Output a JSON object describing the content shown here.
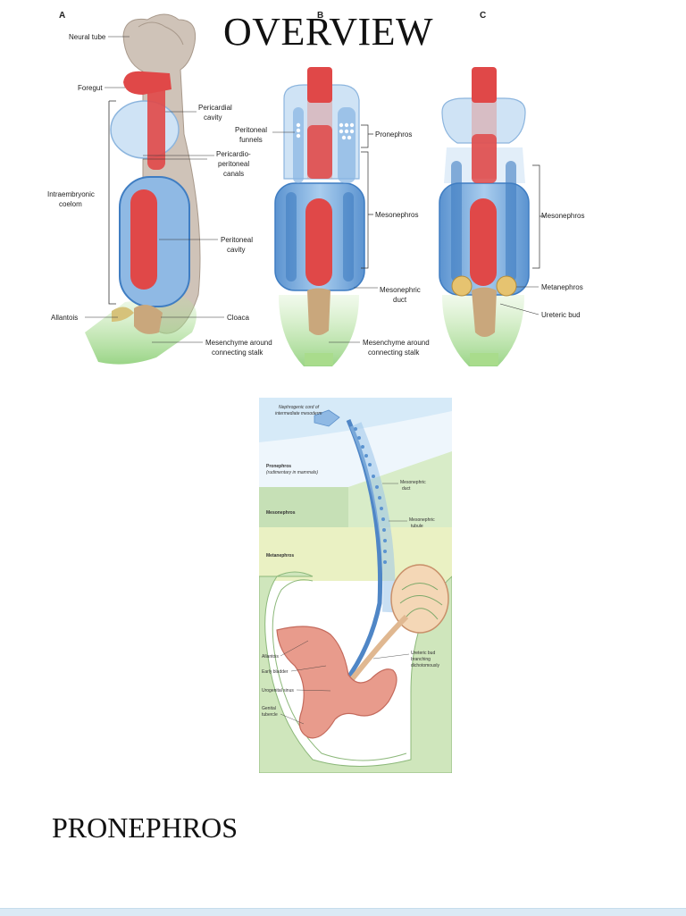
{
  "page": {
    "title": "OVERVIEW",
    "section_heading": "PRONEPHROS"
  },
  "figure_top": {
    "panel_letters": [
      "A",
      "B",
      "C"
    ],
    "panel_a_labels": {
      "neural_tube": "Neural tube",
      "foregut": "Foregut",
      "pericardial_cavity_1": "Pericardial",
      "pericardial_cavity_2": "cavity",
      "pericardio_1": "Pericardio-",
      "pericardio_2": "peritoneal",
      "pericardio_3": "canals",
      "intraembryonic_1": "Intraembryonic",
      "intraembryonic_2": "coelom",
      "peritoneal_cavity_1": "Peritoneal",
      "peritoneal_cavity_2": "cavity",
      "allantois": "Allantois",
      "cloaca": "Cloaca",
      "mesenchyme_1": "Mesenchyme around",
      "mesenchyme_2": "connecting stalk"
    },
    "panel_b_labels": {
      "peritoneal_funnels_1": "Peritoneal",
      "peritoneal_funnels_2": "funnels",
      "pronephros": "Pronephros",
      "mesonephros": "Mesonephros",
      "mesonephric_duct_1": "Mesonephric",
      "mesonephric_duct_2": "duct",
      "mesenchyme_1": "Mesenchyme around",
      "mesenchyme_2": "connecting stalk"
    },
    "panel_c_labels": {
      "mesonephros": "Mesonephros",
      "metanephros": "Metanephros",
      "ureteric_bud": "Ureteric bud"
    }
  },
  "figure_bottom": {
    "labels": {
      "nephrogenic_1": "Nephrogenic cord of",
      "nephrogenic_2": "intermediate mesoderm",
      "pronephros_1": "Pronephros",
      "pronephros_2": "(rudimentary in mammals)",
      "mesonephros": "Mesonephros",
      "metanephros": "Metanephros",
      "mesonephric_duct_1": "Mesonephric",
      "mesonephric_duct_2": "duct",
      "mesonephric_tubule_1": "Mesonephric",
      "mesonephric_tubule_2": "tubule",
      "allantois": "Allantois",
      "early_bladder": "Early bladder",
      "urogenital_sinus": "Urogenital sinus",
      "genital_tubercle_1": "Genital",
      "genital_tubercle_2": "tubercle",
      "ureteric_bud_1": "Ureteric bud",
      "ureteric_bud_2": "branching",
      "ureteric_bud_3": "dichotomously"
    }
  },
  "colors": {
    "red": "#e04848",
    "blue": "#6fa3d8",
    "light_blue": "#cfe3f5",
    "green": "#b9dfa3",
    "tan": "#c9a77c",
    "pink": "#e89b8c",
    "yellow": "#f8f2c8"
  }
}
